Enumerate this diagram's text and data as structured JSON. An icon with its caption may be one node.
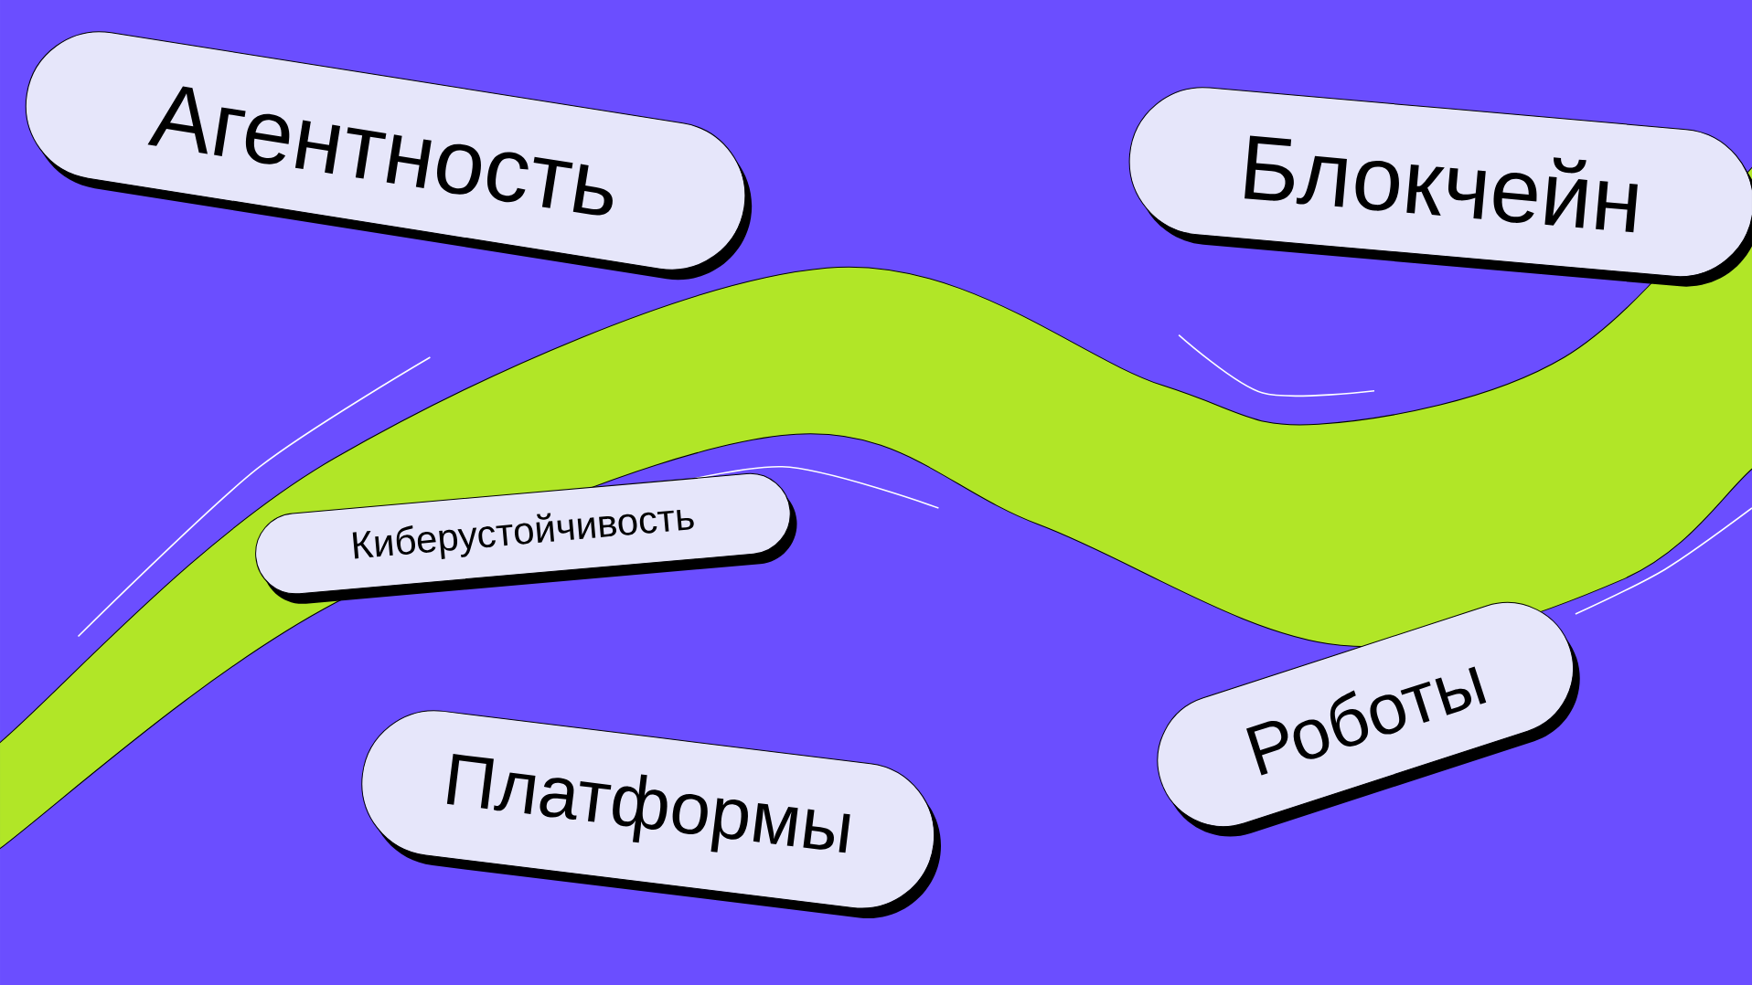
{
  "diagram": {
    "nodes": [
      {
        "text": [
          "Агентность"
        ]
      },
      {
        "text": [
          "Блокчейн"
        ]
      },
      {
        "text": [
          "Киберустойчивость"
        ]
      },
      {
        "text": [
          "Роботы"
        ]
      },
      {
        "text": [
          "Платформы"
        ]
      }
    ]
  }
}
